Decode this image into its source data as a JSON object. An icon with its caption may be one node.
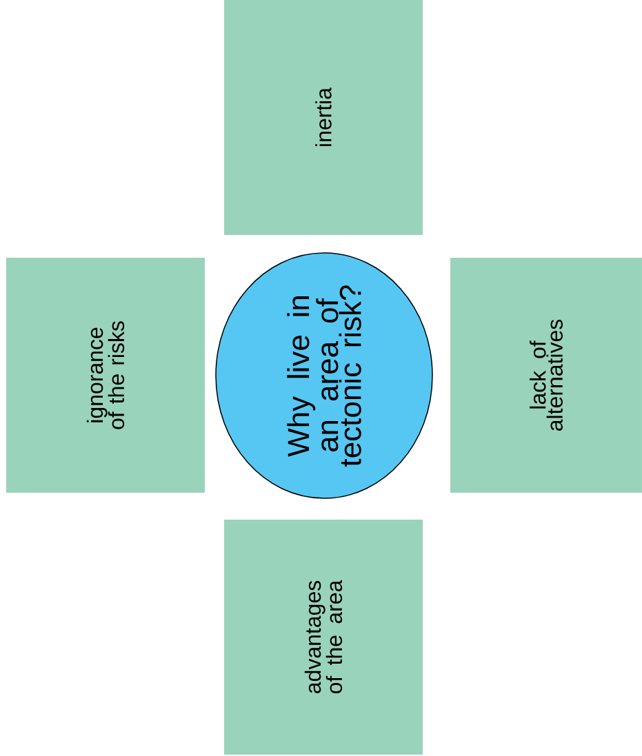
{
  "diagram": {
    "nodes": [
      {
        "text": [
          "inertia"
        ]
      },
      {
        "text": [
          "ignorance of the risks"
        ]
      },
      {
        "text": [
          "Why live in an area of tectonic risk?"
        ]
      },
      {
        "text": [
          "lack of alternatives"
        ]
      },
      {
        "text": [
          "advantages of the area"
        ]
      }
    ]
  }
}
